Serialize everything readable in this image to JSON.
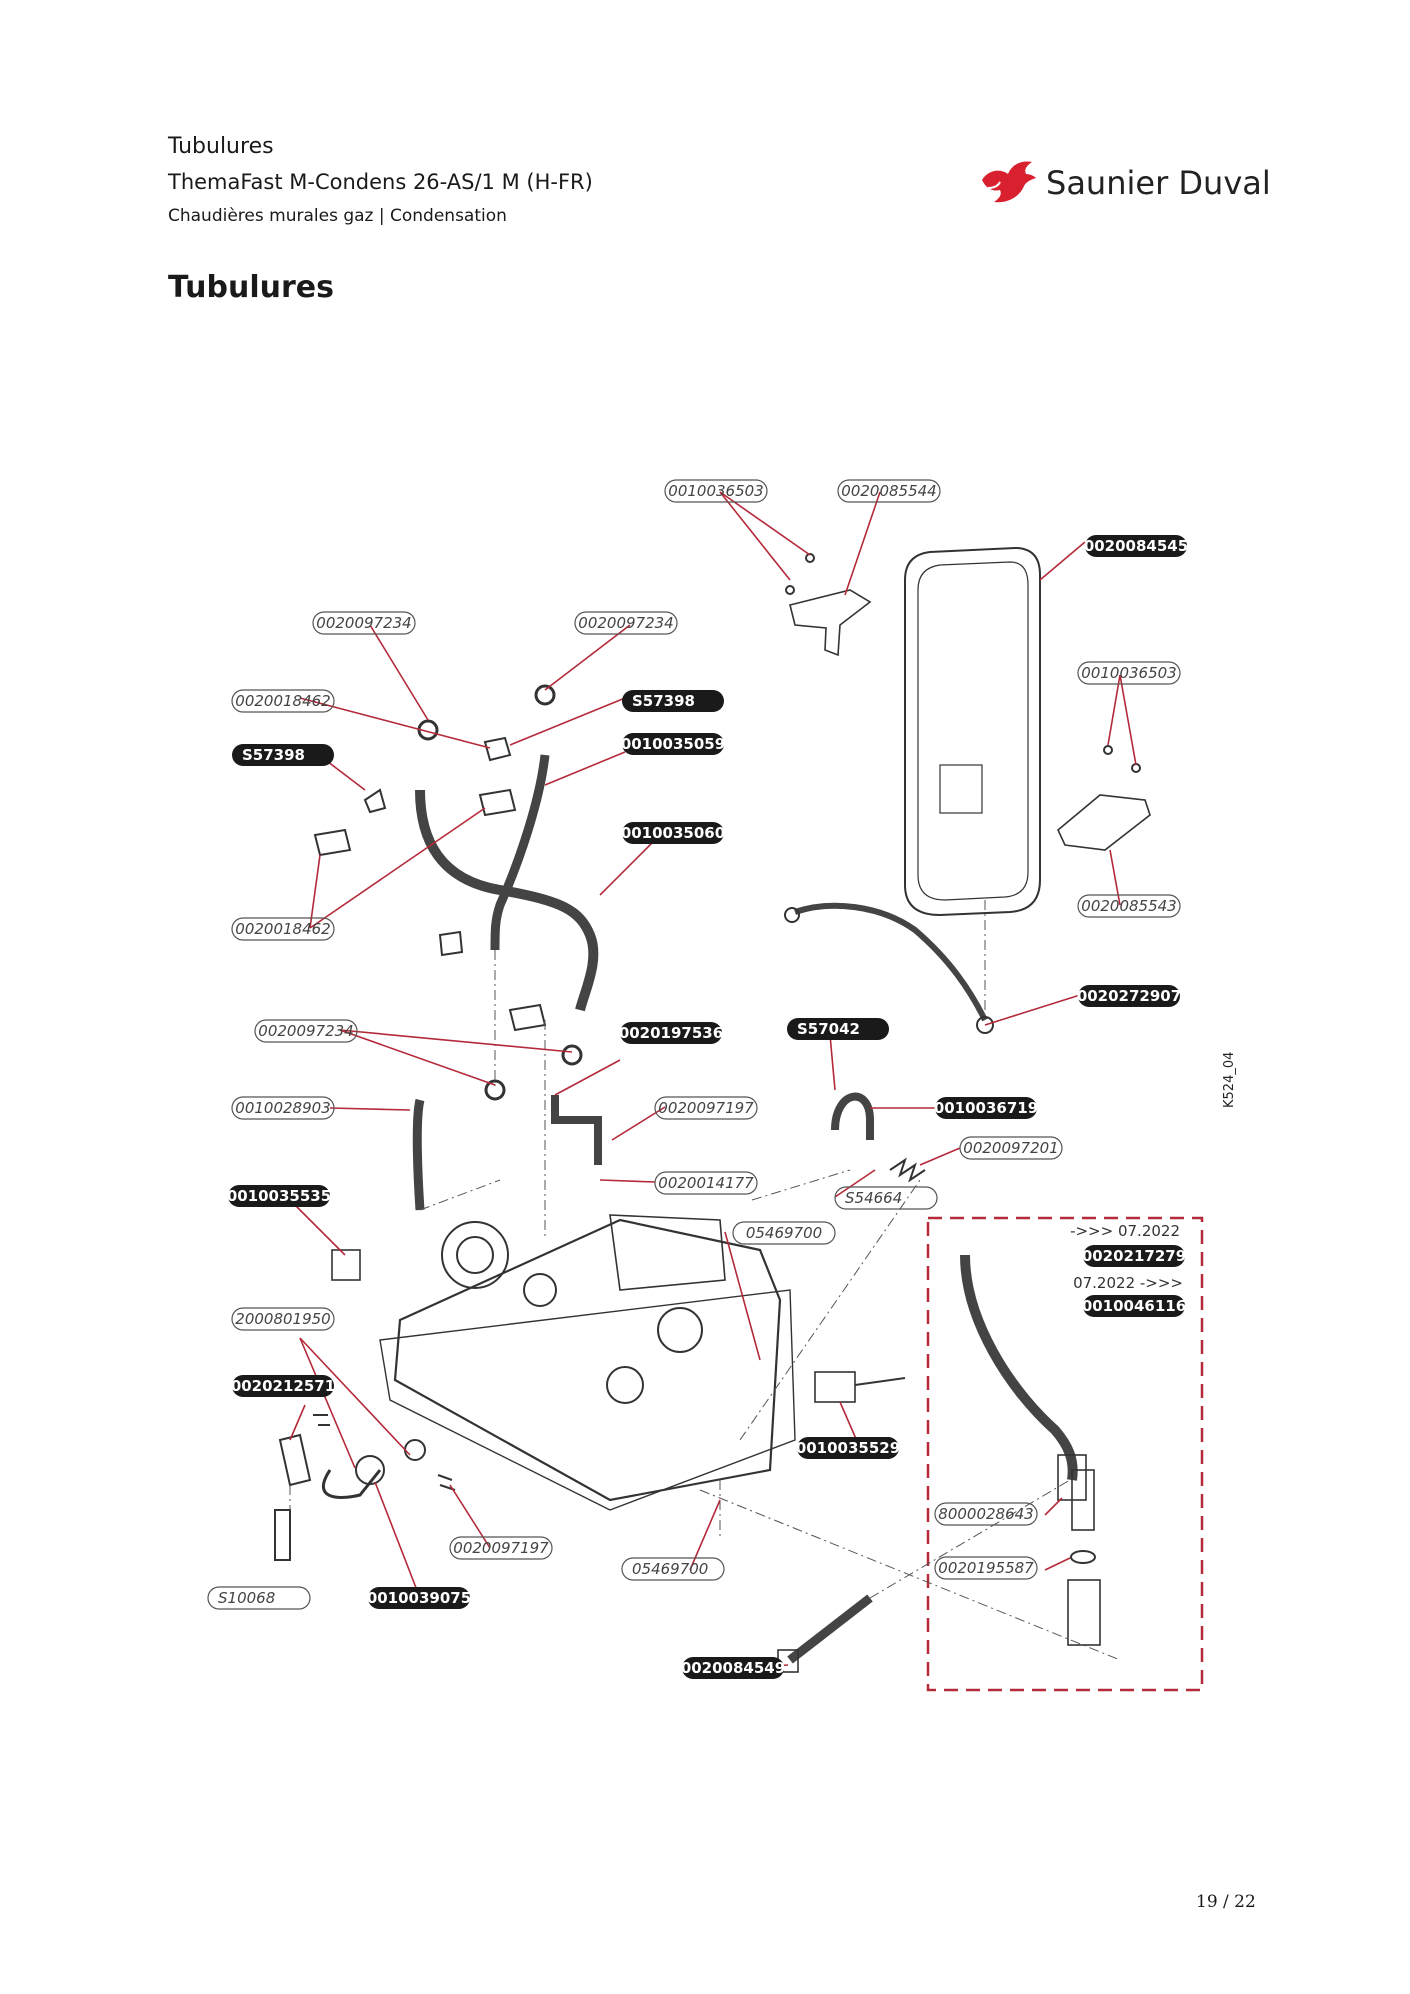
{
  "header": {
    "line1": "Tubulures",
    "line2": "ThemaFast M-Condens  26-AS/1 M (H-FR)",
    "line3": "Chaudières murales gaz | Condensation"
  },
  "brand": {
    "name": "Saunier Duval",
    "color": "#d8202f",
    "logo_icon": "bird-logo-icon"
  },
  "section_title": "Tubulures",
  "figure_ref": "K524_04",
  "page_number": "19 / 22",
  "inset": {
    "note_before": "->>> 07.2022",
    "note_after": "07.2022 ->>>"
  },
  "labels": [
    {
      "id": "l1",
      "text": "0010036503",
      "style": "outline"
    },
    {
      "id": "l2",
      "text": "0020085544",
      "style": "outline"
    },
    {
      "id": "l3",
      "text": "0020084545",
      "style": "filled"
    },
    {
      "id": "l4",
      "text": "0020097234",
      "style": "outline"
    },
    {
      "id": "l5",
      "text": "0020097234",
      "style": "outline"
    },
    {
      "id": "l6",
      "text": "0020018462",
      "style": "outline"
    },
    {
      "id": "l7",
      "text": "S57398",
      "style": "filled"
    },
    {
      "id": "l8",
      "text": "S57398",
      "style": "filled"
    },
    {
      "id": "l9",
      "text": "0010035059",
      "style": "filled"
    },
    {
      "id": "l10",
      "text": "0010036503",
      "style": "outline"
    },
    {
      "id": "l11",
      "text": "0010035060",
      "style": "filled"
    },
    {
      "id": "l12",
      "text": "0020085543",
      "style": "outline"
    },
    {
      "id": "l13",
      "text": "0020018462",
      "style": "outline"
    },
    {
      "id": "l14",
      "text": "0020272907",
      "style": "filled"
    },
    {
      "id": "l15",
      "text": "0020097234",
      "style": "outline"
    },
    {
      "id": "l16",
      "text": "0020197536",
      "style": "filled"
    },
    {
      "id": "l17",
      "text": "S57042",
      "style": "filled"
    },
    {
      "id": "l18",
      "text": "0010028903",
      "style": "outline"
    },
    {
      "id": "l19",
      "text": "0020097197",
      "style": "outline"
    },
    {
      "id": "l20",
      "text": "0010036719",
      "style": "filled"
    },
    {
      "id": "l21",
      "text": "0020097201",
      "style": "outline"
    },
    {
      "id": "l22",
      "text": "0020014177",
      "style": "outline"
    },
    {
      "id": "l23",
      "text": "S54664",
      "style": "outline"
    },
    {
      "id": "l24",
      "text": "0010035535",
      "style": "filled"
    },
    {
      "id": "l25",
      "text": "05469700",
      "style": "outline"
    },
    {
      "id": "l26",
      "text": "0020217279",
      "style": "filled"
    },
    {
      "id": "l27",
      "text": "0010046116",
      "style": "filled"
    },
    {
      "id": "l28",
      "text": "2000801950",
      "style": "outline"
    },
    {
      "id": "l29",
      "text": "0020212571",
      "style": "filled"
    },
    {
      "id": "l30",
      "text": "0010035529",
      "style": "filled"
    },
    {
      "id": "l31",
      "text": "8000028643",
      "style": "outline"
    },
    {
      "id": "l32",
      "text": "0020097197",
      "style": "outline"
    },
    {
      "id": "l33",
      "text": "05469700",
      "style": "outline"
    },
    {
      "id": "l34",
      "text": "0020195587",
      "style": "outline"
    },
    {
      "id": "l35",
      "text": "S10068",
      "style": "outline"
    },
    {
      "id": "l36",
      "text": "0010039075",
      "style": "filled"
    },
    {
      "id": "l37",
      "text": "0020084549",
      "style": "filled"
    }
  ]
}
